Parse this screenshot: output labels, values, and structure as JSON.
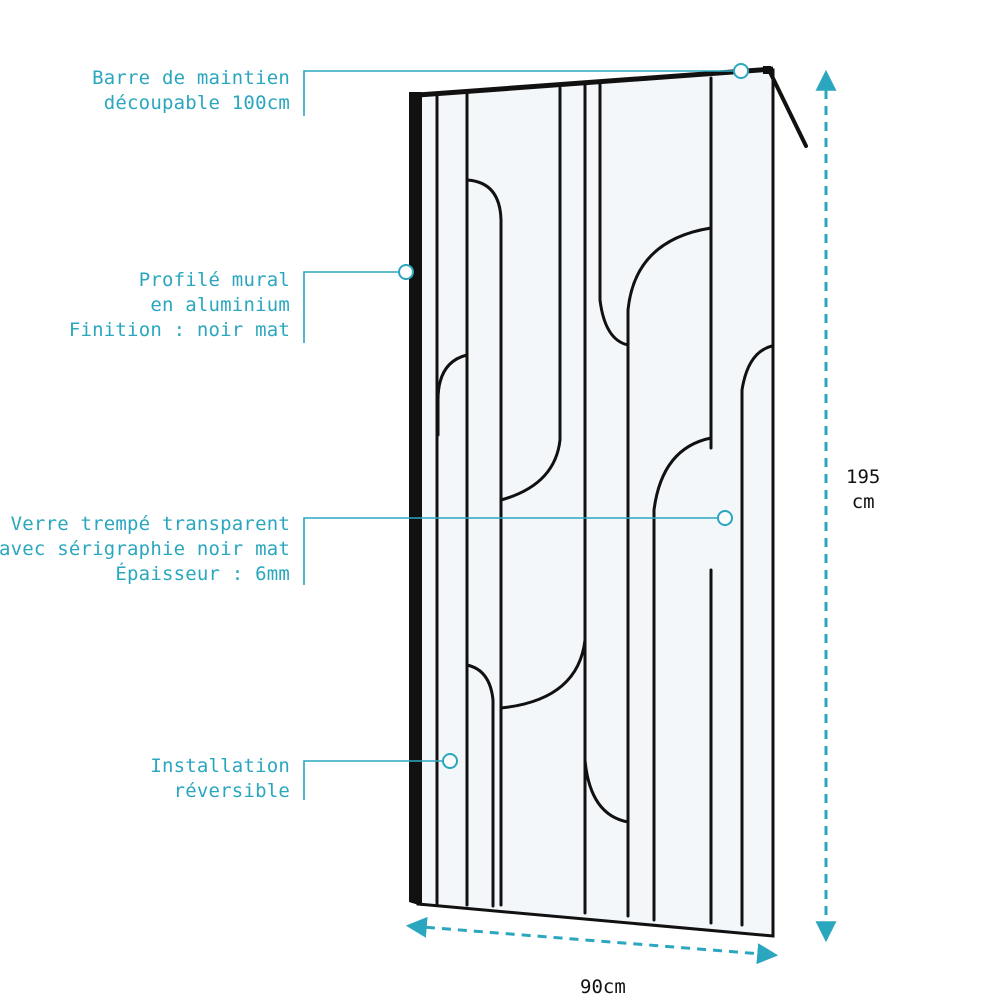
{
  "colors": {
    "accent": "#2aa7bf",
    "frame": "#111111",
    "glass": "#f4f7fa"
  },
  "callouts": {
    "barre": {
      "lines": [
        "Barre de maintien",
        "découpable 100cm"
      ]
    },
    "profile": {
      "lines": [
        "Profilé mural",
        "en aluminium",
        "Finition : noir mat"
      ]
    },
    "verre": {
      "lines": [
        "Verre trempé transparent",
        "avec sérigraphie noir mat",
        "Épaisseur : 6mm"
      ]
    },
    "installation": {
      "lines": [
        "Installation",
        "réversible"
      ]
    }
  },
  "dimensions": {
    "height_value": "195",
    "height_unit": "cm",
    "width_label": "90cm"
  }
}
